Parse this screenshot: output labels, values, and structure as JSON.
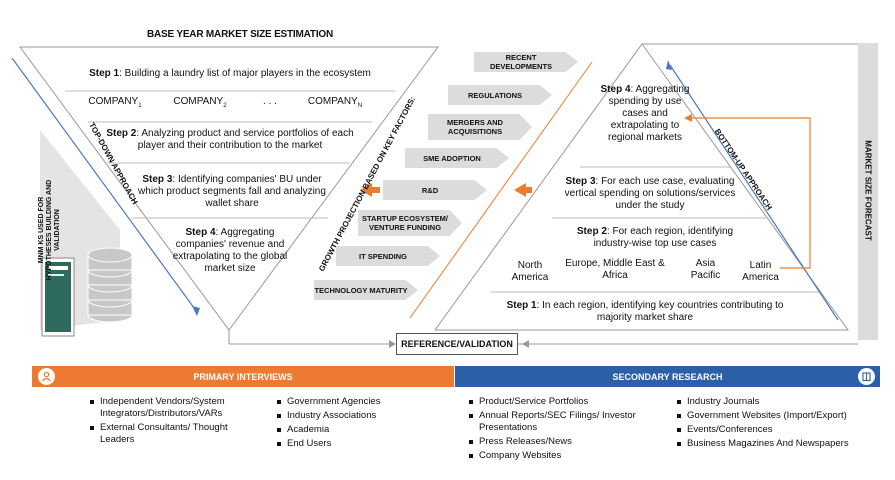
{
  "title": "BASE YEAR MARKET SIZE ESTIMATION",
  "top_down": {
    "label": "TOP-DOWN APPROACH",
    "step1": {
      "prefix": "Step 1",
      "text": ": Building a laundry list of major players in the ecosystem"
    },
    "companies": [
      "COMPANY",
      "COMPANY",
      ". . .",
      "COMPANY"
    ],
    "company_subs": [
      "1",
      "2",
      "",
      "N"
    ],
    "step2": {
      "prefix": "Step 2",
      "text": ": Analyzing product and service portfolios of each player and their contribution to the market"
    },
    "step3": {
      "prefix": "Step 3",
      "text": ": Identifying companies' BU under which product segments fall and analyzing wallet share"
    },
    "step4": {
      "prefix": "Step 4",
      "text": ": Aggregating companies' revenue and extrapolating to the global market size"
    },
    "side_label": "MNM KS USED FOR HYPOTHESES BUILDING AND VALIDATION"
  },
  "growth": {
    "label": "GROWTH PROJECTION BASED ON KEY FACTORS:",
    "factors": [
      "RECENT DEVELOPMENTS",
      "REGULATIONS",
      "MERGERS AND ACQUISITIONS",
      "SME ADOPTION",
      "R&D",
      "STARTUP ECOSYSTEM/ VENTURE FUNDING",
      "IT SPENDING",
      "TECHNOLOGY MATURITY"
    ]
  },
  "bottom_up": {
    "label": "BOTTOM-UP APPROACH",
    "step4": {
      "prefix": "Step 4",
      "text": ": Aggregating spending by use cases and extrapolating to regional markets"
    },
    "step3": {
      "prefix": "Step 3",
      "text": ": For each use case, evaluating vertical spending on solutions/services under the study"
    },
    "step2": {
      "prefix": "Step 2",
      "text": ": For each region, identifying industry-wise top use cases"
    },
    "regions": [
      "North America",
      "Europe, Middle East & Africa",
      "Asia Pacific",
      "Latin America"
    ],
    "step1": {
      "prefix": "Step 1",
      "text": ": In each region, identifying key countries contributing to majority market share"
    }
  },
  "forecast_label": "MARKET SIZE FORECAST",
  "reference_label": "REFERENCE/VALIDATION",
  "primary": {
    "title": "PRIMARY INTERVIEWS",
    "col1": [
      "Independent Vendors/System Integrators/Distributors/VARs",
      "External Consultants/ Thought Leaders"
    ],
    "col2": [
      "Government Agencies",
      "Industry Associations",
      "Academia",
      "End Users"
    ]
  },
  "secondary": {
    "title": "SECONDARY RESEARCH",
    "col1": [
      "Product/Service Portfolios",
      "Annual Reports/SEC Filings/ Investor Presentations",
      "Press Releases/News",
      "Company Websites"
    ],
    "col2": [
      "Industry Journals",
      "Government Websites (Import/Export)",
      "Events/Conferences",
      "Business Magazines And Newspapers"
    ]
  },
  "colors": {
    "orange": "#ec7a31",
    "blue": "#2c5fa8",
    "grey": "#dcdcdc",
    "arrow_blue": "#4a78c2"
  }
}
